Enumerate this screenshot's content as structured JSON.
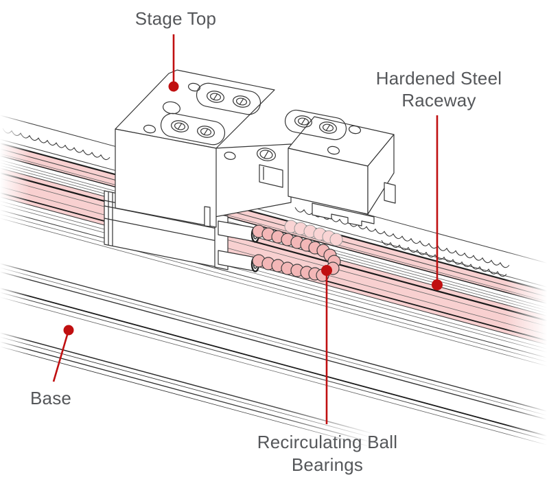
{
  "figure": {
    "type": "technical-illustration",
    "subject": "linear-stage-cutaway-diagram",
    "labels": {
      "stage_top": "Stage Top",
      "hardened_steel_line1": "Hardened Steel",
      "hardened_steel_line2": "Raceway",
      "base": "Base",
      "bearings_line1": "Recirculating Ball",
      "bearings_line2": "Bearings"
    },
    "colors": {
      "callout": "#c00f10",
      "label_text": "#55575a",
      "raceway_highlight": "#f8d0d0",
      "ball": "#f3b7b7",
      "ball_back": "#f9d4d4",
      "line_art": "#333333",
      "background": "#ffffff"
    }
  }
}
